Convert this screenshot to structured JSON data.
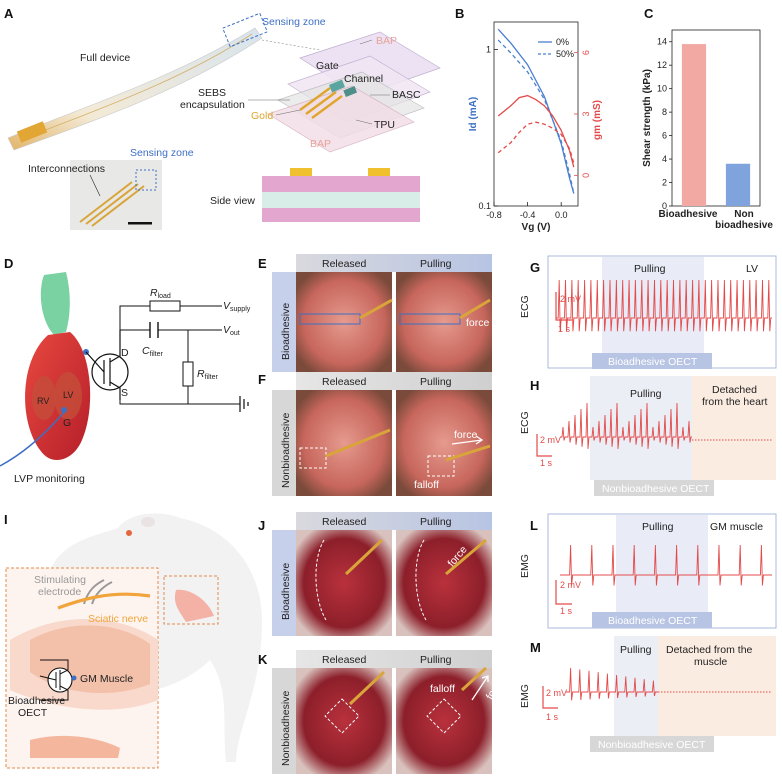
{
  "panels": {
    "A": {
      "label": "A",
      "full_device": "Full device",
      "sensing_zone": "Sensing zone",
      "bap_top": "BAP",
      "gate": "Gate",
      "channel": "Channel",
      "basc": "BASC",
      "sebs_1": "SEBS",
      "sebs_2": "encapsulation",
      "gold": "Gold",
      "tpu": "TPU",
      "bap_bottom": "BAP",
      "interconnections": "Interconnections",
      "sensing_zone_inset": "Sensing zone",
      "side_view": "Side view"
    },
    "B": {
      "label": "B"
    },
    "C": {
      "label": "C"
    },
    "D": {
      "label": "D",
      "r_load": "R",
      "r_load_sub": "load",
      "v_supply": "V",
      "v_supply_sub": "supply",
      "c_filter": "C",
      "c_filter_sub": "filter",
      "v_out": "V",
      "v_out_sub": "out",
      "r_filter": "R",
      "r_filter_sub": "filter",
      "d": "D",
      "s": "S",
      "g": "G",
      "lv": "LV",
      "rv": "RV",
      "caption": "LVP monitoring"
    },
    "E": {
      "label": "E",
      "released": "Released",
      "pulling": "Pulling",
      "side": "Bioadhesive",
      "force": "force"
    },
    "F": {
      "label": "F",
      "released": "Released",
      "pulling": "Pulling",
      "side": "Nonbioadhesive",
      "force": "force",
      "falloff": "falloff"
    },
    "G": {
      "label": "G",
      "pulling": "Pulling",
      "region": "LV",
      "ylabel": "ECG",
      "scale_v": "2 mV",
      "scale_t": "1 s",
      "footer": "Bioadhesive OECT"
    },
    "H": {
      "label": "H",
      "pulling": "Pulling",
      "detached_1": "Detached",
      "detached_2": "from the heart",
      "ylabel": "ECG",
      "scale_v": "2 mV",
      "scale_t": "1 s",
      "footer": "Nonbioadhesive OECT"
    },
    "I": {
      "label": "I",
      "stim_1": "Stimulating",
      "stim_2": "electrode",
      "nerve": "Sciatic nerve",
      "muscle": "GM Muscle",
      "oect_1": "Bioadhesive",
      "oect_2": "OECT"
    },
    "J": {
      "label": "J",
      "released": "Released",
      "pulling": "Pulling",
      "side": "Bioadhesive",
      "force": "force"
    },
    "K": {
      "label": "K",
      "released": "Released",
      "pulling": "Pulling",
      "side": "Nonbioadhesive",
      "force": "force",
      "falloff": "falloff"
    },
    "L": {
      "label": "L",
      "pulling": "Pulling",
      "region": "GM muscle",
      "ylabel": "EMG",
      "scale_v": "2 mV",
      "scale_t": "1 s",
      "footer": "Bioadhesive OECT"
    },
    "M": {
      "label": "M",
      "pulling": "Pulling",
      "detached_1": "Detached from the",
      "detached_2": "muscle",
      "ylabel": "EMG",
      "scale_v": "2 mV",
      "scale_t": "1 s",
      "footer": "Nonbioadhesive OECT"
    }
  },
  "chart_data": [
    {
      "type": "line",
      "title": "",
      "xlabel": "Vg (V)",
      "ylabel_left": "Id (mA)",
      "ylabel_right": "gm (mS)",
      "xlim": [
        -0.8,
        0.2
      ],
      "xticks": [
        "-0.8",
        "-0.4",
        "0.0"
      ],
      "ylim_left": [
        0.1,
        1.5
      ],
      "yscale_left": "log",
      "yticks_left": [
        "0.1",
        "1"
      ],
      "ylim_right": [
        -1.5,
        7.5
      ],
      "yticks_right": [
        "0",
        "3",
        "6"
      ],
      "legend": "top-right",
      "legend_entries": [
        "0%",
        "50%"
      ],
      "colors": {
        "id": "#4a7fd0",
        "gm": "#e34b4b"
      },
      "series": [
        {
          "name": "0%",
          "axis": "left",
          "style": "solid",
          "x": [
            -0.75,
            -0.6,
            -0.4,
            -0.2,
            0.0,
            0.1,
            0.15
          ],
          "y": [
            1.35,
            1.1,
            0.8,
            0.5,
            0.25,
            0.15,
            0.12
          ]
        },
        {
          "name": "50%",
          "axis": "left",
          "style": "dashed",
          "x": [
            -0.75,
            -0.6,
            -0.4,
            -0.2,
            0.0,
            0.1,
            0.15
          ],
          "y": [
            1.15,
            0.95,
            0.72,
            0.48,
            0.26,
            0.16,
            0.12
          ]
        },
        {
          "axis": "right",
          "style": "solid",
          "x": [
            -0.75,
            -0.6,
            -0.5,
            -0.4,
            -0.3,
            -0.2,
            -0.1,
            0.0,
            0.1,
            0.15
          ],
          "y": [
            2.9,
            3.4,
            3.8,
            3.9,
            3.7,
            3.4,
            2.9,
            2.2,
            1.2,
            0.4
          ]
        },
        {
          "axis": "right",
          "style": "dashed",
          "x": [
            -0.75,
            -0.6,
            -0.5,
            -0.4,
            -0.3,
            -0.2,
            -0.1,
            0.0,
            0.1,
            0.15
          ],
          "y": [
            1.1,
            1.6,
            2.1,
            2.5,
            2.6,
            2.5,
            2.3,
            2.0,
            1.3,
            0.6
          ]
        }
      ]
    },
    {
      "type": "bar",
      "title": "",
      "ylabel": "Shear strength (kPa)",
      "ylim": [
        0,
        15
      ],
      "yticks": [
        "0",
        "2",
        "4",
        "6",
        "8",
        "10",
        "12",
        "14"
      ],
      "categories": [
        "Bioadhesive",
        "Non bioadhesive"
      ],
      "category_lines": [
        [
          "Bioadhesive"
        ],
        [
          "Non",
          "bioadhesive"
        ]
      ],
      "values": [
        13.8,
        3.6
      ],
      "colors": [
        "#f2a9a4",
        "#7fa3dc"
      ]
    }
  ]
}
